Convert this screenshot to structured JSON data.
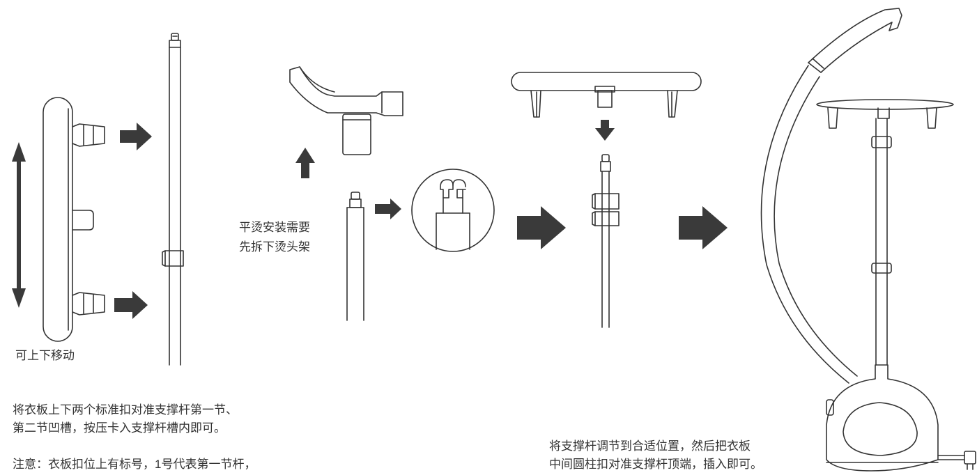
{
  "labels": {
    "movable": "可上下移动",
    "flat_iron_line1": "平烫安装需要",
    "flat_iron_line2": "先拆下烫头架"
  },
  "instructions": {
    "step1_line1": "将衣板上下两个标准扣对准支撑杆第一节、",
    "step1_line2": "第二节凹槽，按压卡入支撑杆槽内即可。",
    "note": "注意：衣板扣位上有标号，1号代表第一节杆，",
    "step2_line1": "将支撑杆调节到合适位置，然后把衣板",
    "step2_line2": "中间圆柱扣对准支撑杆顶端，插入即可。"
  },
  "colors": {
    "stroke": "#333333",
    "arrow_fill": "#3a3a3a",
    "text": "#333333",
    "background": "#ffffff"
  },
  "icons": [
    "arrow-right-icon",
    "arrow-up-icon",
    "arrow-down-icon",
    "double-arrow-vertical-icon"
  ]
}
